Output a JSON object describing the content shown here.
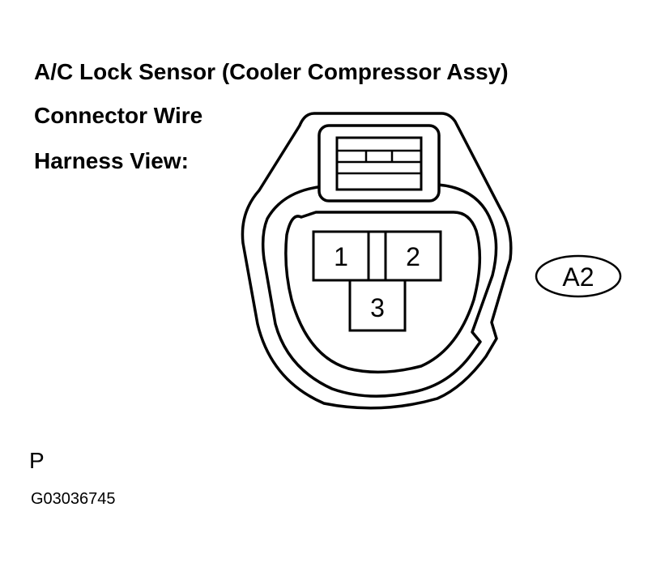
{
  "title": {
    "line1": "A/C Lock Sensor (Cooler Compressor Assy)",
    "line2": "Connector Wire",
    "line3": "Harness View:"
  },
  "connector": {
    "pins": [
      {
        "label": "1"
      },
      {
        "label": "2"
      },
      {
        "label": "3"
      }
    ],
    "badge": "A2"
  },
  "footer": {
    "page_letter": "P",
    "figure_code": "G03036745"
  }
}
